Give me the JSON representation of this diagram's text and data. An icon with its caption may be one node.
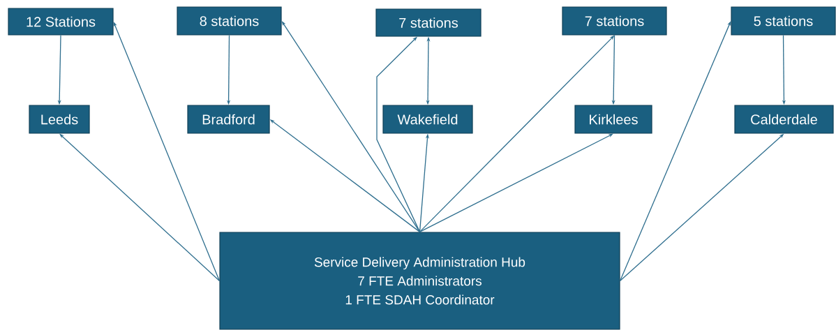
{
  "diagram": {
    "nodes": [
      {
        "text": [
          "12 Stations"
        ]
      },
      {
        "text": [
          "8 stations"
        ]
      },
      {
        "text": [
          "7 stations"
        ]
      },
      {
        "text": [
          "7 stations"
        ]
      },
      {
        "text": [
          "5 stations"
        ]
      },
      {
        "text": [
          "Leeds"
        ]
      },
      {
        "text": [
          "Bradford"
        ]
      },
      {
        "text": [
          "Wakefield"
        ]
      },
      {
        "text": [
          "Kirklees"
        ]
      },
      {
        "text": [
          "Calderdale"
        ]
      },
      {
        "text": [
          "Service Delivery Administration Hub",
          "7 FTE Administrators",
          "1 FTE SDAH Coordinator"
        ]
      }
    ],
    "edges": [
      {
        "from": 0,
        "to": 5,
        "arrow": "to"
      },
      {
        "from": 1,
        "to": 6,
        "arrow": "to"
      },
      {
        "from": 2,
        "to": 7,
        "arrow": "both"
      },
      {
        "from": 3,
        "to": 8,
        "arrow": "to"
      },
      {
        "from": 4,
        "to": 9,
        "arrow": "to"
      },
      {
        "from": 10,
        "to": 5,
        "arrow": "to"
      },
      {
        "from": 10,
        "to": 0,
        "arrow": "to"
      },
      {
        "from": 10,
        "to": 6,
        "arrow": "to"
      },
      {
        "from": 10,
        "to": 1,
        "arrow": "to"
      },
      {
        "from": 10,
        "to": 7,
        "arrow": "to"
      },
      {
        "from": 10,
        "to": 2,
        "arrow": "to"
      },
      {
        "from": 10,
        "to": 3,
        "arrow": "to"
      },
      {
        "from": 10,
        "to": 8,
        "arrow": "to"
      },
      {
        "from": 10,
        "to": 4,
        "arrow": "to"
      },
      {
        "from": 10,
        "to": 9,
        "arrow": "to"
      }
    ]
  }
}
